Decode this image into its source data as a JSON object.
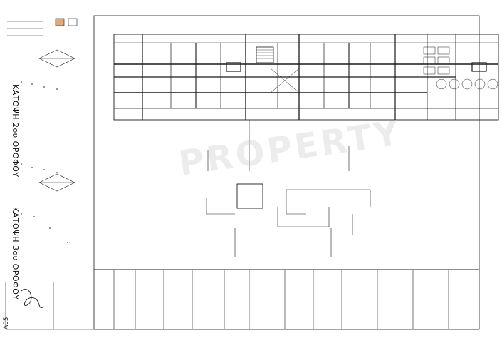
{
  "drawing": {
    "plan_labels": [
      "ΚΑΤΟΨΗ 2ου ΟΡΟΦΟΥ",
      "ΚΑΤΟΨΗ 3ου ΟΡΟΦΟΥ"
    ],
    "sheet_number": "A05",
    "watermark": "PROPERTY"
  },
  "colors": {
    "line": "#1a1a1a",
    "hatch": "#e3a97a",
    "paper": "#ffffff"
  }
}
